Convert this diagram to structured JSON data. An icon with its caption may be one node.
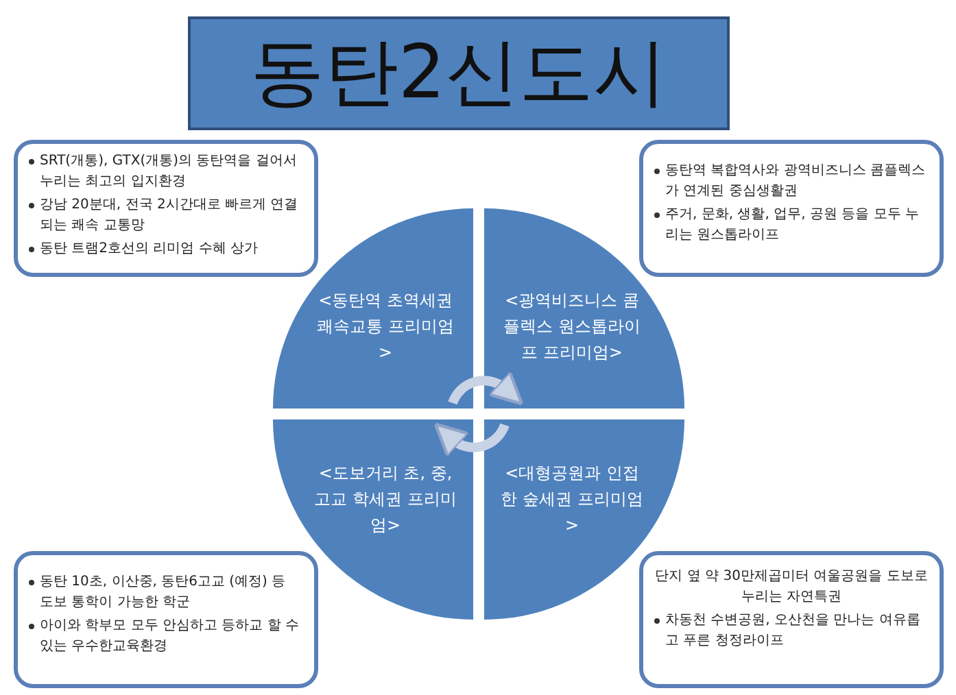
{
  "diagram": {
    "nodes": [
      {
        "text": [
          "동탄2신도시"
        ]
      },
      {
        "text": [
          "<동탄역 초역세권 쾌속교통 프리미엄>"
        ]
      },
      {
        "text": [
          "<광역비즈니스 콤플렉스 원스톱라이프 프리미엄>"
        ]
      },
      {
        "text": [
          "<도보거리 초, 중, 고교 학세권 프리미엄>"
        ]
      },
      {
        "text": [
          "<대형공원과 인접한 숲세권 프리미엄>"
        ]
      },
      {
        "text": [
          "SRT(개통), GTX(개통)의 동탄역을 걸어서 누리는 최고의 입지환경",
          "강남 20분대, 전국 2시간대로 빠르게 연결되는 쾌속 교통망",
          "동탄 트램2호선의 리미엄 수혜 상가"
        ]
      },
      {
        "text": [
          "동탄역 복합역사와 광역비즈니스 콤플렉스가 연계된 중심생활권",
          "주거, 문화, 생활, 업무, 공원 등을 모두 누리는 원스톱라이프"
        ]
      },
      {
        "text": [
          "동탄 10초, 이산중, 동탄6고교 (예정) 등 도보 통학이 가능한 학군",
          "아이와 학부모 모두 안심하고 등하교 할 수 있는 우수한교육환경"
        ]
      },
      {
        "text": [
          "단지 옆 약 30만제곱미터 여울공원을 도보로 누리는 자연특권",
          "차동천 수변공원, 오산천을 만나는 여유롭고 푸른 청정라이프"
        ]
      }
    ],
    "edges": [
      {
        "from": 1,
        "to": 2,
        "arrow": "to"
      },
      {
        "from": 4,
        "to": 3,
        "arrow": "to"
      }
    ]
  }
}
